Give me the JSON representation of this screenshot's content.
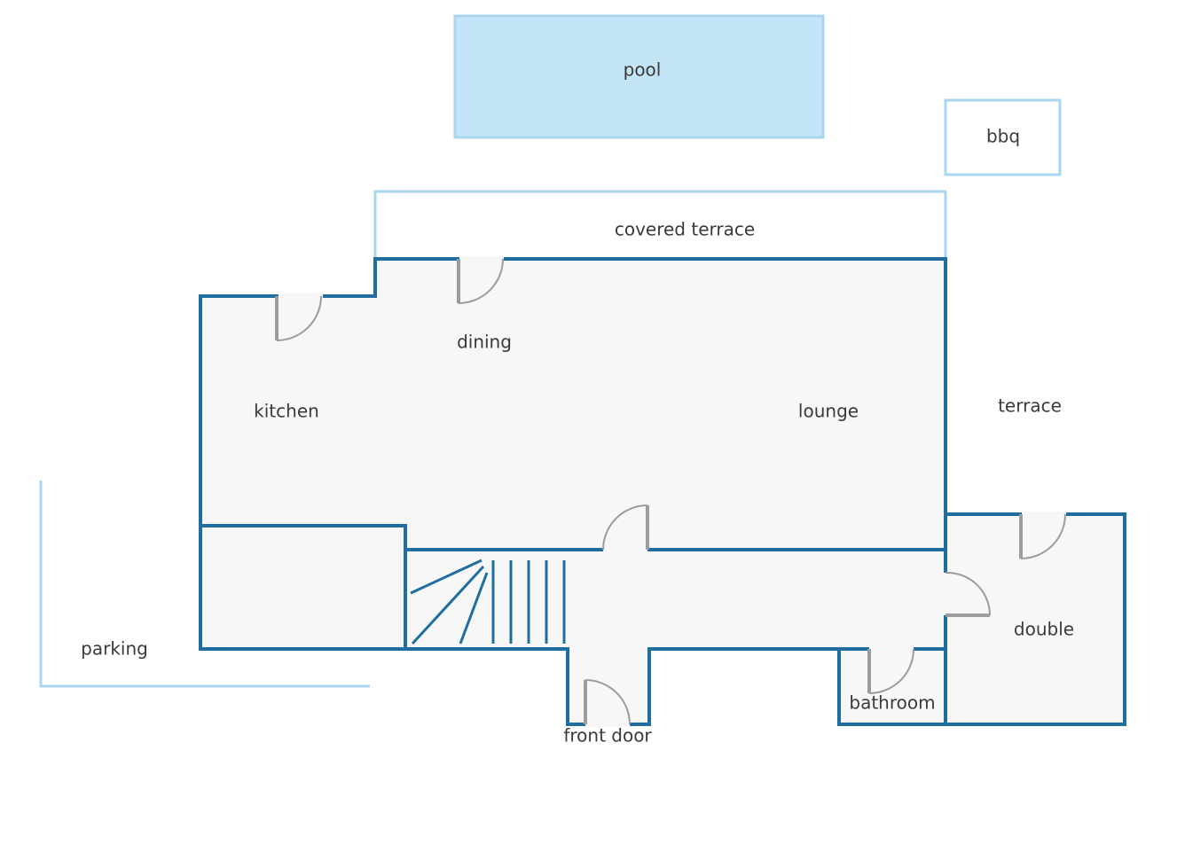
{
  "labels": {
    "pool": "pool",
    "bbq": "bbq",
    "covered_terrace": "covered terrace",
    "dining": "dining",
    "kitchen": "kitchen",
    "lounge": "lounge",
    "terrace": "terrace",
    "parking": "parking",
    "double": "double",
    "bathroom": "bathroom",
    "front_door": "front door"
  },
  "colors": {
    "wall": "#1f6e9f",
    "outdoor_outline": "#a9d6ef",
    "pool_fill": "#c4e4f7",
    "floor": "#f7f7f7",
    "door": "#9c9c9c",
    "text": "#3a3a3a"
  }
}
